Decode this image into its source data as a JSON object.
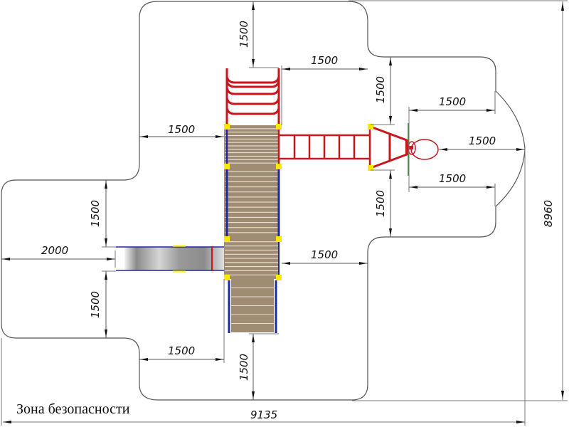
{
  "labels": {
    "safety_zone": "Зона безопасности",
    "overall_width": "9135",
    "overall_height": "8960",
    "dim_top_clearance": "1500",
    "dim_top_right_gap": "1500",
    "dim_left_upper": "1500",
    "dim_right_upper_vertical": "1500",
    "dim_right_lower_vertical": "1500",
    "dim_ring_upper": "1500",
    "dim_ring_center": "1500",
    "dim_ring_lower": "1500",
    "dim_slide_exit": "2000",
    "dim_slide_upper_side": "1500",
    "dim_slide_lower_side": "1500",
    "dim_right_mid": "1500",
    "dim_left_lower": "1500",
    "dim_bottom_clearance": "1500"
  },
  "colors": {
    "frame_red": "#c8161d",
    "frame_blue": "#1c2a9c",
    "deck_wood": "#a08c72",
    "post_yellow": "#ffe800",
    "slide_gray": "#9a9a9a",
    "panel_green": "#2f8a2f",
    "outline": "#555555"
  },
  "components": [
    {
      "name": "upper-climbing-ladder",
      "rungs": 5
    },
    {
      "name": "upper-deck",
      "boards": 12
    },
    {
      "name": "middle-deck",
      "boards": 10
    },
    {
      "name": "lower-staircase",
      "steps": 6
    },
    {
      "name": "horizontal-ladder",
      "rungs": 6
    },
    {
      "name": "slide"
    },
    {
      "name": "ring-swing"
    }
  ]
}
